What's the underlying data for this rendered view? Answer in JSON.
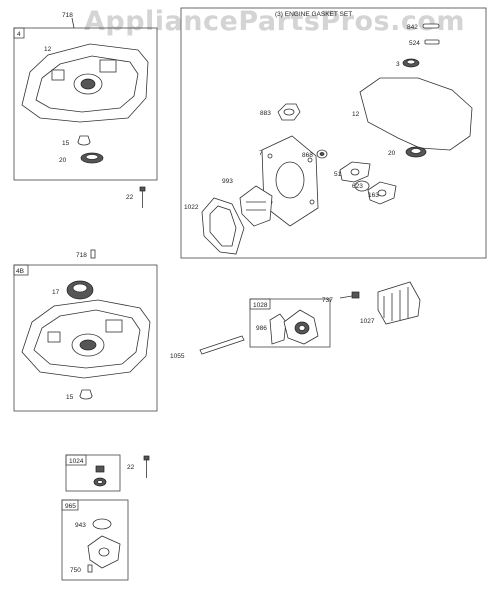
{
  "watermark": "AppliancePartsPros.com",
  "kit_title": "(3) ENGINE GASKET SET",
  "callouts": {
    "c718_top": "718",
    "c12_a": "12",
    "c15_a": "15",
    "c20_a": "20",
    "c22_a": "22",
    "c718_mid": "718",
    "c17": "17",
    "c15_b": "15",
    "c842": "842",
    "c524": "524",
    "c3": "3",
    "c883": "883",
    "c12_b": "12",
    "c7": "7",
    "c868": "868",
    "c20_b": "20",
    "c993": "993",
    "c51": "51",
    "c623": "623",
    "c163": "163",
    "c1022": "1022",
    "c1028_tag": "1028",
    "c986": "986",
    "c737": "737",
    "c1027": "1027",
    "c1055": "1055",
    "c1024_tag": "1024",
    "c22_b": "22",
    "c965_tag": "965",
    "c943": "943",
    "c750": "750",
    "c4_tag": "4",
    "c4b_tag": "4B"
  }
}
